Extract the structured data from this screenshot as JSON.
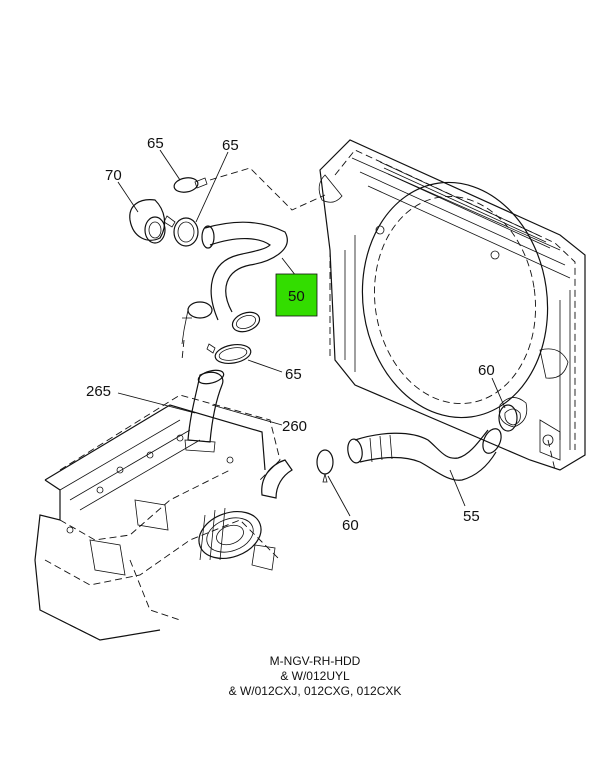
{
  "callouts": {
    "c70": "70",
    "c65_a": "65",
    "c65_b": "65",
    "c65_c": "65",
    "c50": "50",
    "c265": "265",
    "c260": "260",
    "c60_a": "60",
    "c60_b": "60",
    "c55": "55"
  },
  "highlight_color": "#33dd00",
  "caption": {
    "line1": "M-NGV-RH-HDD",
    "line2": "& W/012UYL",
    "line3": "& W/012CXJ, 012CXG, 012CXK"
  }
}
